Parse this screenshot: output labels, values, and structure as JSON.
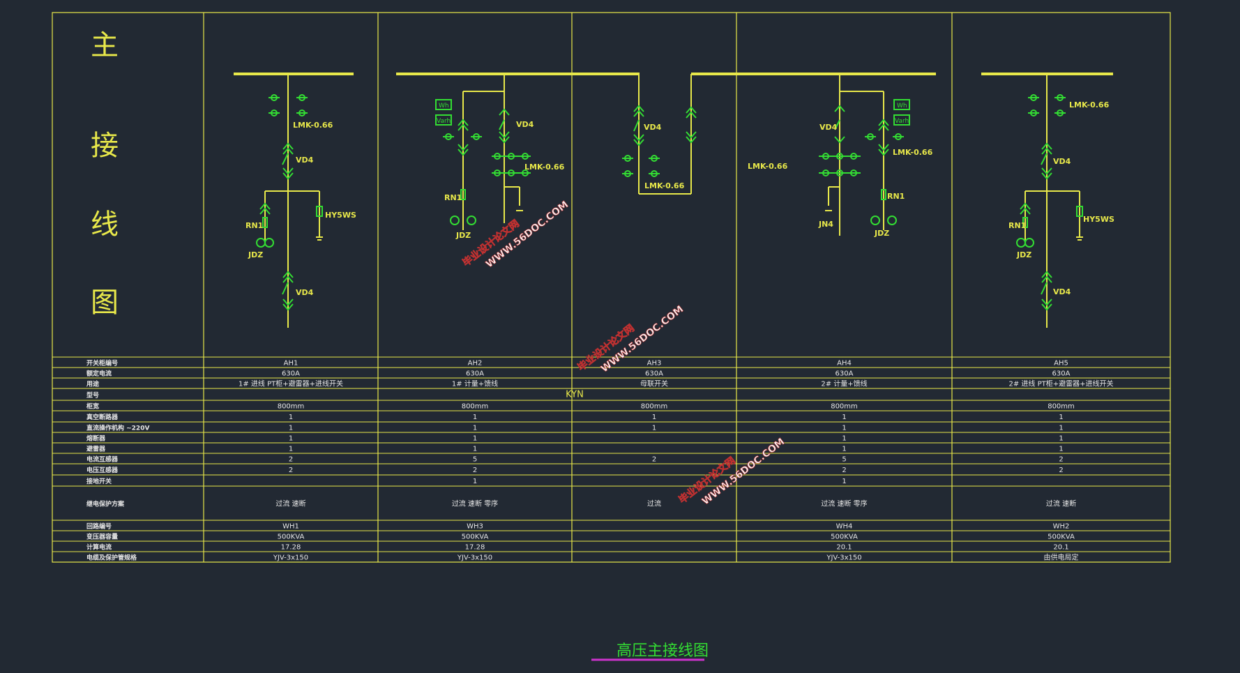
{
  "title_vertical": [
    "主",
    "接",
    "线",
    "图"
  ],
  "diagram_title": "高压主接线图",
  "labels": {
    "lmk": "LMK-0.66",
    "vd4": "VD4",
    "rn1": "RN1",
    "jdz": "JDZ",
    "hy5ws": "HY5WS",
    "jn4": "JN4",
    "wh": "Wh",
    "varh": "Varh"
  },
  "table": {
    "rows": [
      {
        "label": "开关柜编号",
        "cells": [
          "AH1",
          "AH2",
          "AH3",
          "AH4",
          "AH5"
        ]
      },
      {
        "label": "额定电流",
        "cells": [
          "630A",
          "630A",
          "630A",
          "630A",
          "630A"
        ]
      },
      {
        "label": "用途",
        "cells": [
          "1# 进线 PT柜+避雷器+进线开关",
          "1# 计量+馈线",
          "母联开关",
          "2# 计量+馈线",
          "2# 进线 PT柜+避雷器+进线开关"
        ]
      },
      {
        "label": "型号",
        "span": "KYN"
      },
      {
        "label": "柜宽",
        "cells": [
          "800mm",
          "800mm",
          "800mm",
          "800mm",
          "800mm"
        ]
      },
      {
        "label": "真空断路器",
        "cells": [
          "1",
          "1",
          "1",
          "1",
          "1"
        ]
      },
      {
        "label": "直流操作机构 ~220V",
        "cells": [
          "1",
          "1",
          "1",
          "1",
          "1"
        ]
      },
      {
        "label": "熔断器",
        "cells": [
          "1",
          "1",
          "",
          "1",
          "1"
        ]
      },
      {
        "label": "避雷器",
        "cells": [
          "1",
          "1",
          "",
          "1",
          "1"
        ]
      },
      {
        "label": "电流互感器",
        "cells": [
          "2",
          "5",
          "2",
          "5",
          "2"
        ]
      },
      {
        "label": "电压互感器",
        "cells": [
          "2",
          "2",
          "",
          "2",
          "2"
        ]
      },
      {
        "label": "接地开关",
        "cells": [
          "",
          "1",
          "",
          "1",
          ""
        ]
      },
      {
        "label": "继电保护方案",
        "cells": [
          "过流 速断",
          "过流 速断 零序",
          "过流",
          "过流 速断 零序",
          "过流 速断"
        ]
      },
      {
        "label": "回路编号",
        "cells": [
          "WH1",
          "WH3",
          "",
          "WH4",
          "WH2"
        ]
      },
      {
        "label": "变压器容量",
        "cells": [
          "500KVA",
          "500KVA",
          "",
          "500KVA",
          "500KVA"
        ]
      },
      {
        "label": "计算电流",
        "cells": [
          "17.28",
          "17.28",
          "",
          "20.1",
          "20.1"
        ]
      },
      {
        "label": "电缆及保护管规格",
        "cells": [
          "YJV-3x150",
          "YJV-3x150",
          "",
          "YJV-3x150",
          "由供电局定"
        ]
      }
    ]
  },
  "watermark": {
    "text_cn": "毕业设计论文网",
    "text_url": "WWW.56DOC.COM"
  },
  "colors": {
    "background": "#222933",
    "lines": "#e8e84a",
    "symbols": "#33dd33",
    "title_underline": "#cc33cc"
  }
}
